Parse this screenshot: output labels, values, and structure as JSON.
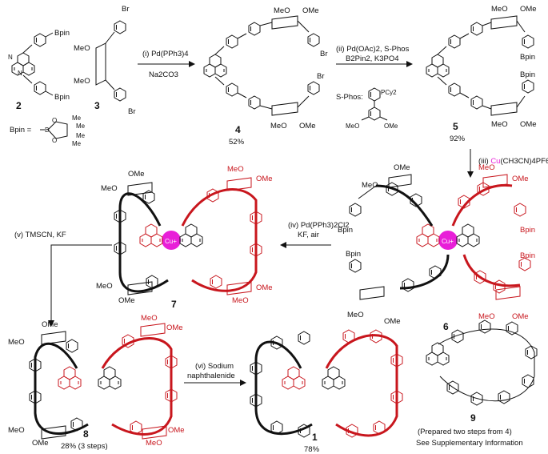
{
  "compounds": {
    "c2": "2",
    "c3": "3",
    "c4": "4",
    "c4_yield": "52%",
    "c5": "5",
    "c5_yield": "92%",
    "c6": "6",
    "c7": "7",
    "c8": "8",
    "c8_yield": "28% (3 steps)",
    "c1": "1",
    "c1_yield": "78%",
    "c9": "9",
    "c9_note1": "(Prepared two steps from 4)",
    "c9_note2": "See Supplementary Information"
  },
  "steps": {
    "i_line1": "(i) Pd(PPh3)4",
    "i_line2": "Na2CO3",
    "ii_line1": "(ii) Pd(OAc)2, S-Phos",
    "ii_line2": "B2Pin2, K3PO4",
    "iii_prefix": "(iii) ",
    "iii_cu": "Cu",
    "iii_rest": "(CH3CN)4PF6",
    "iv_line1": "(iv) Pd(PPh3)2Cl2",
    "iv_line2": "KF, air",
    "v": "(v) TMSCN, KF",
    "vi_line1": "(vi) Sodium",
    "vi_line2": "naphthalenide"
  },
  "labels": {
    "bpin": "Bpin",
    "bpin_def": "Bpin =",
    "br": "Br",
    "ome": "OMe",
    "meo": "MeO",
    "me": "Me",
    "sphos": "S-Phos:",
    "pcy2": "PCy2",
    "n": "N",
    "b": "B",
    "o": "O",
    "cu": "Cu+"
  },
  "colors": {
    "accent_red": "#c8161d",
    "copper_magenta": "#e81fd8",
    "ink": "#111111"
  }
}
